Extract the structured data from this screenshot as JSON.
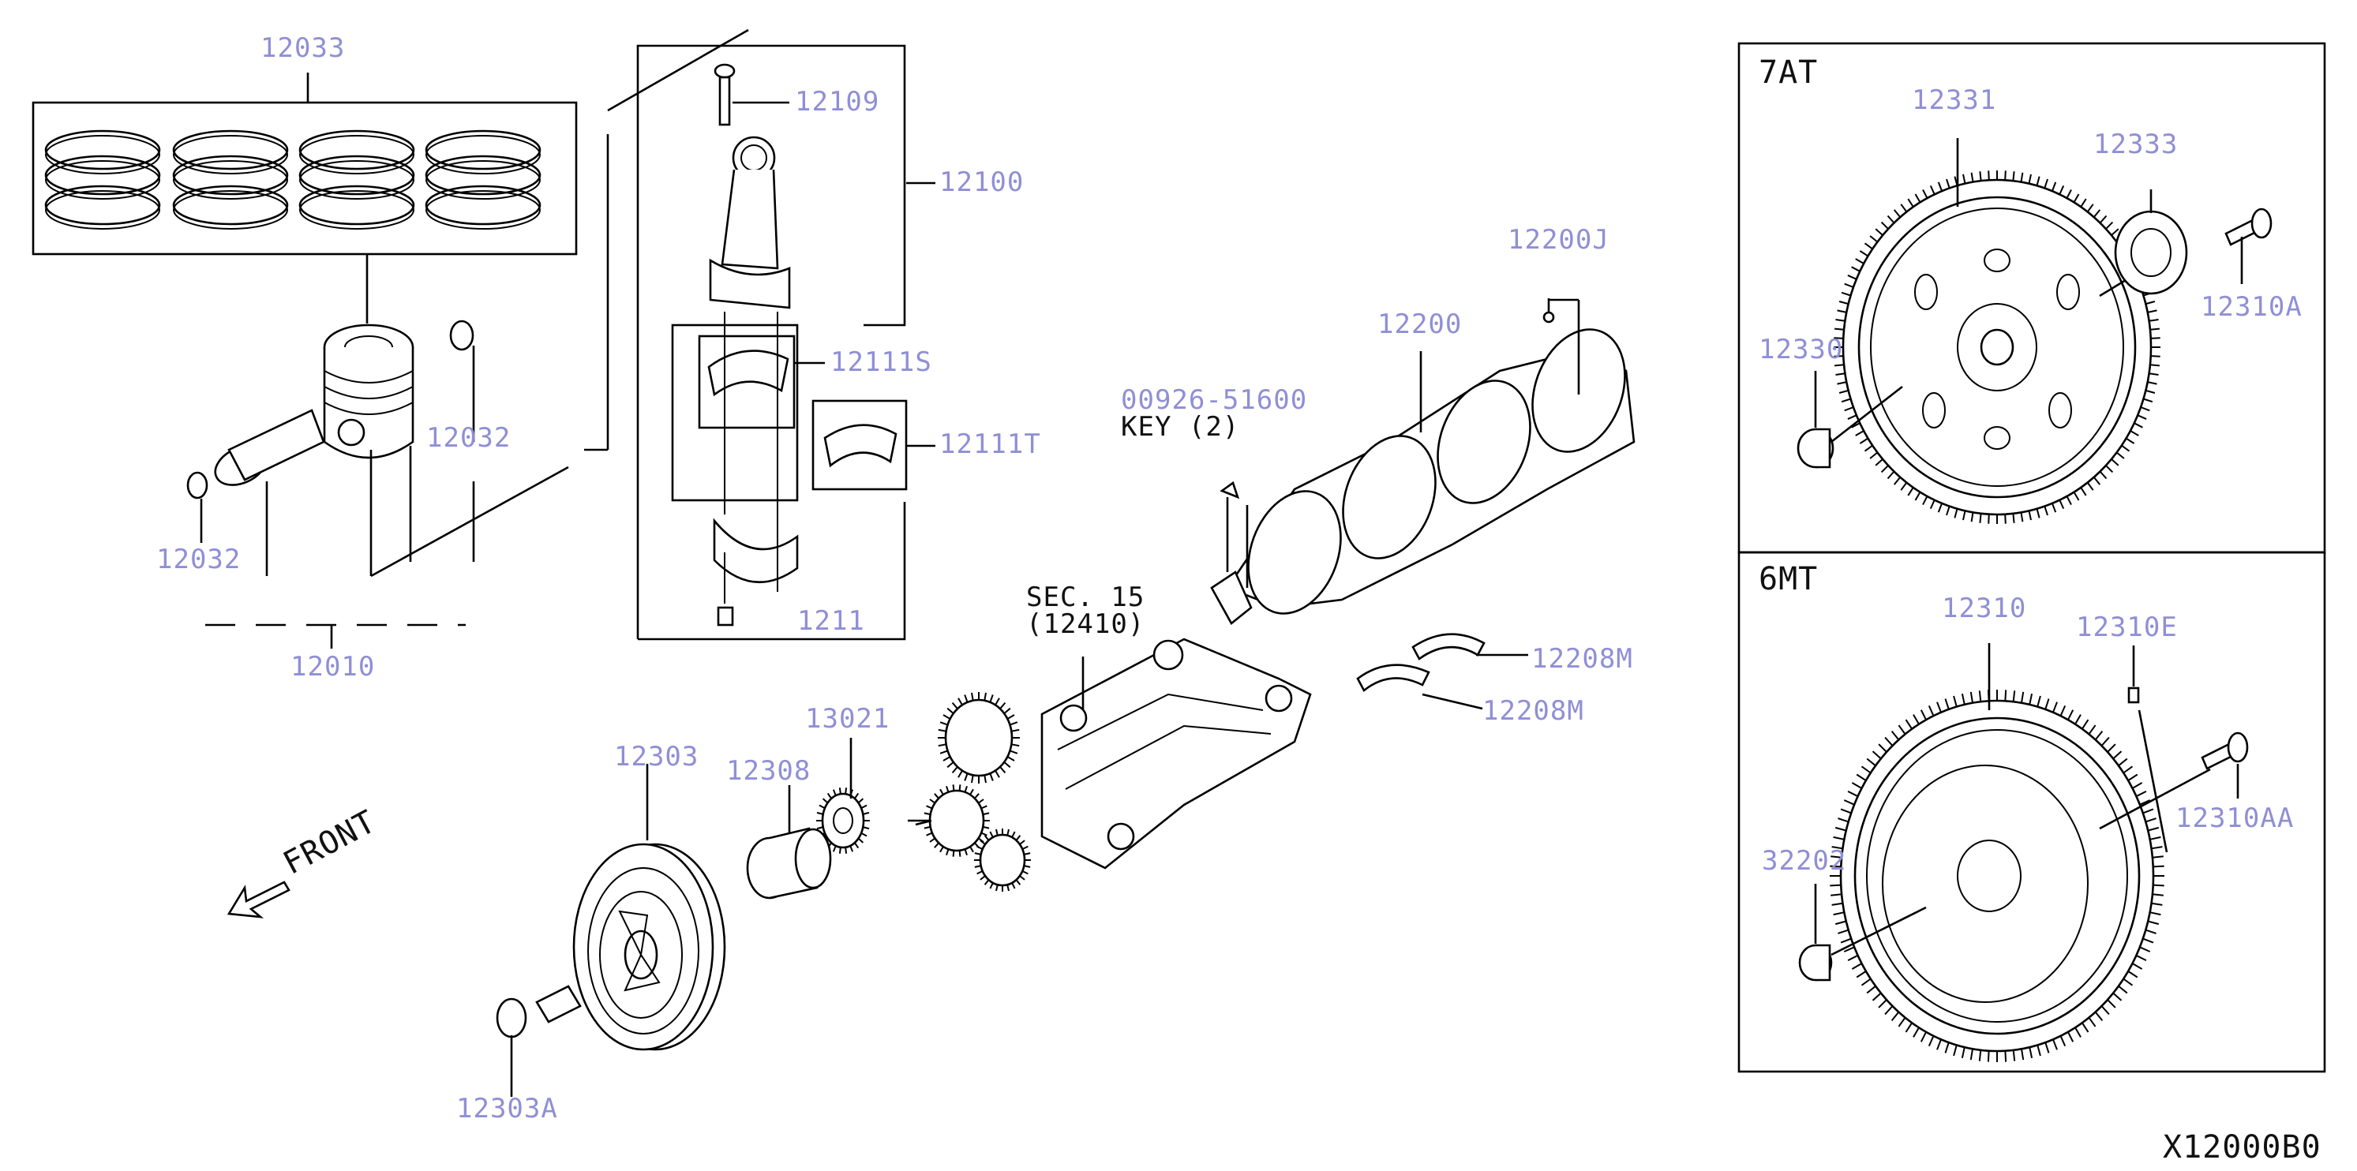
{
  "diagram": {
    "catalog_code": "X12000B0",
    "front_label": "FRONT",
    "parts": {
      "p12033": "12033",
      "p12109": "12109",
      "p12100": "12100",
      "p12111S": "12111S",
      "p12111T": "12111T",
      "p12032a": "12032",
      "p12032b": "12032",
      "p12010": "12010",
      "p1211x": "1211",
      "p00926": "00926-51600",
      "key": "KEY (2)",
      "sec": "SEC. 15",
      "sec_ref": "(12410)",
      "p12200J": "12200J",
      "p12200": "12200",
      "p12208Ma": "12208M",
      "p12208Mb": "12208M",
      "p13021": "13021",
      "p12303": "12303",
      "p12308": "12308",
      "p12303A": "12303A"
    },
    "box_7at": {
      "title": "7AT",
      "p12331": "12331",
      "p12333": "12333",
      "p12330": "12330",
      "p12310A": "12310A"
    },
    "box_6mt": {
      "title": "6MT",
      "p12310": "12310",
      "p12310E": "12310E",
      "p12310AA": "12310AA",
      "p32202": "32202"
    }
  }
}
